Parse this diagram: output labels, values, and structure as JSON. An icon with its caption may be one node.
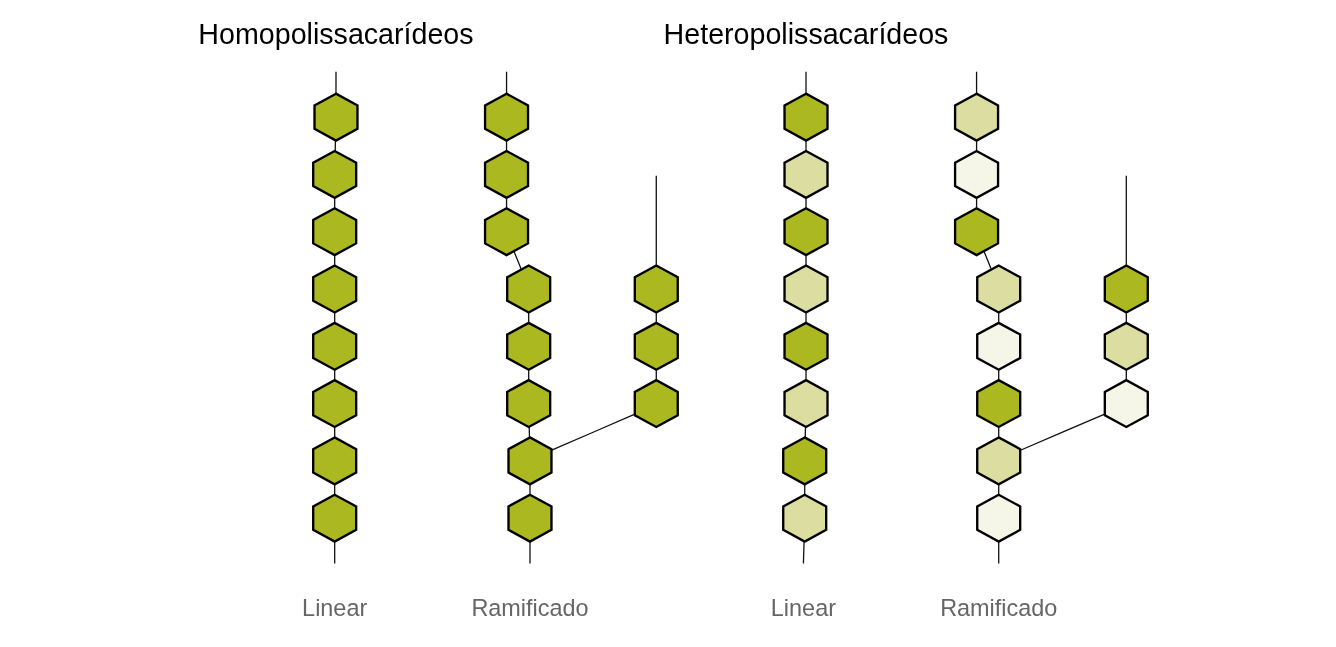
{
  "diagram": {
    "nodes": [
      {
        "text": [],
        "shape": "hexagon"
      },
      {
        "text": [],
        "shape": "hexagon"
      },
      {
        "text": [],
        "shape": "hexagon"
      },
      {
        "text": [],
        "shape": "hexagon"
      },
      {
        "text": [],
        "shape": "hexagon"
      },
      {
        "text": [],
        "shape": "hexagon"
      },
      {
        "text": [],
        "shape": "hexagon"
      },
      {
        "text": [],
        "shape": "hexagon"
      },
      {
        "text": [],
        "shape": "hexagon"
      },
      {
        "text": [],
        "shape": "hexagon"
      },
      {
        "text": [],
        "shape": "hexagon"
      },
      {
        "text": [],
        "shape": "hexagon"
      },
      {
        "text": [],
        "shape": "hexagon"
      },
      {
        "text": [],
        "shape": "hexagon"
      },
      {
        "text": [],
        "shape": "hexagon"
      },
      {
        "text": [],
        "shape": "hexagon"
      },
      {
        "text": [],
        "shape": "hexagon"
      },
      {
        "text": [],
        "shape": "hexagon"
      },
      {
        "text": [],
        "shape": "hexagon"
      },
      {
        "text": [],
        "shape": "hexagon"
      },
      {
        "text": [],
        "shape": "hexagon"
      },
      {
        "text": [],
        "shape": "hexagon"
      },
      {
        "text": [],
        "shape": "hexagon"
      },
      {
        "text": [],
        "shape": "hexagon"
      },
      {
        "text": [],
        "shape": "hexagon"
      },
      {
        "text": [],
        "shape": "hexagon"
      },
      {
        "text": [],
        "shape": "hexagon"
      },
      {
        "text": [],
        "shape": "hexagon"
      },
      {
        "text": [],
        "shape": "hexagon"
      },
      {
        "text": [],
        "shape": "hexagon"
      },
      {
        "text": [],
        "shape": "hexagon"
      },
      {
        "text": [],
        "shape": "hexagon"
      },
      {
        "text": [],
        "shape": "hexagon"
      },
      {
        "text": [],
        "shape": "hexagon"
      },
      {
        "text": [],
        "shape": "hexagon"
      },
      {
        "text": [],
        "shape": "hexagon"
      },
      {
        "text": [],
        "shape": "hexagon"
      },
      {
        "text": [],
        "shape": "hexagon"
      }
    ],
    "edges": [
      {
        "from": null,
        "to": 0,
        "arrow": "none"
      },
      {
        "from": 0,
        "to": 1,
        "arrow": "none"
      },
      {
        "from": 1,
        "to": 2,
        "arrow": "none"
      },
      {
        "from": 2,
        "to": 3,
        "arrow": "none"
      },
      {
        "from": 3,
        "to": 4,
        "arrow": "none"
      },
      {
        "from": 4,
        "to": 5,
        "arrow": "none"
      },
      {
        "from": 5,
        "to": 6,
        "arrow": "none"
      },
      {
        "from": 6,
        "to": 7,
        "arrow": "none"
      },
      {
        "from": 7,
        "to": null,
        "arrow": "none"
      },
      {
        "from": null,
        "to": 8,
        "arrow": "none"
      },
      {
        "from": 8,
        "to": 9,
        "arrow": "none"
      },
      {
        "from": 9,
        "to": 10,
        "arrow": "none"
      },
      {
        "from": 10,
        "to": 11,
        "arrow": "none"
      },
      {
        "from": 11,
        "to": 12,
        "arrow": "none"
      },
      {
        "from": 12,
        "to": 13,
        "arrow": "none"
      },
      {
        "from": 13,
        "to": 14,
        "arrow": "none"
      },
      {
        "from": 14,
        "to": 15,
        "arrow": "none"
      },
      {
        "from": 15,
        "to": null,
        "arrow": "none"
      },
      {
        "from": null,
        "to": 16,
        "arrow": "none"
      },
      {
        "from": 16,
        "to": 17,
        "arrow": "none"
      },
      {
        "from": 17,
        "to": 18,
        "arrow": "none"
      },
      {
        "from": 14,
        "to": 18,
        "arrow": "none"
      },
      {
        "from": null,
        "to": 19,
        "arrow": "none"
      },
      {
        "from": 19,
        "to": 20,
        "arrow": "none"
      },
      {
        "from": 20,
        "to": 21,
        "arrow": "none"
      },
      {
        "from": 21,
        "to": 22,
        "arrow": "none"
      },
      {
        "from": 22,
        "to": 23,
        "arrow": "none"
      },
      {
        "from": 23,
        "to": 24,
        "arrow": "none"
      },
      {
        "from": 24,
        "to": 25,
        "arrow": "none"
      },
      {
        "from": 25,
        "to": 26,
        "arrow": "none"
      },
      {
        "from": 26,
        "to": null,
        "arrow": "none"
      },
      {
        "from": null,
        "to": 27,
        "arrow": "none"
      },
      {
        "from": 27,
        "to": 28,
        "arrow": "none"
      },
      {
        "from": 28,
        "to": 29,
        "arrow": "none"
      },
      {
        "from": 29,
        "to": 30,
        "arrow": "none"
      },
      {
        "from": 30,
        "to": 31,
        "arrow": "none"
      },
      {
        "from": 31,
        "to": 32,
        "arrow": "none"
      },
      {
        "from": 32,
        "to": 33,
        "arrow": "none"
      },
      {
        "from": 33,
        "to": 34,
        "arrow": "none"
      },
      {
        "from": 34,
        "to": null,
        "arrow": "none"
      },
      {
        "from": null,
        "to": 35,
        "arrow": "none"
      },
      {
        "from": 35,
        "to": 36,
        "arrow": "none"
      },
      {
        "from": 36,
        "to": 37,
        "arrow": "none"
      },
      {
        "from": 33,
        "to": 37,
        "arrow": "none"
      }
    ],
    "labels": [
      "Homopolissacarídeos",
      "Heteropolissacarídeos",
      "Linear",
      "Ramificado",
      "Linear",
      "Ramificado"
    ]
  }
}
